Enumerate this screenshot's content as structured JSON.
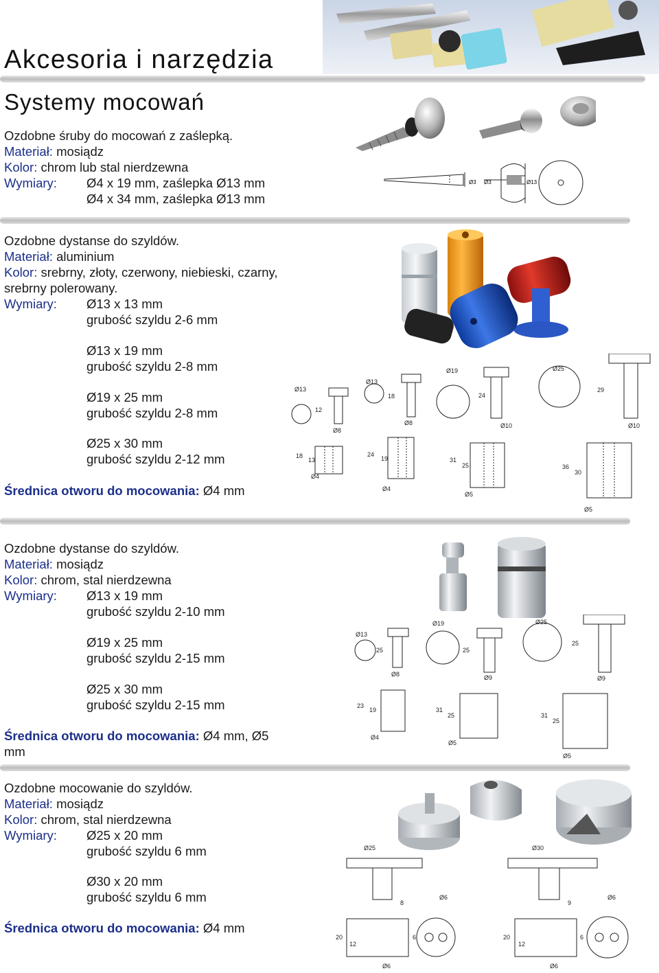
{
  "header": {
    "title": "Akcesoria i narzędzia",
    "subtitle": "Systemy mocowań"
  },
  "sections": [
    {
      "title": "Ozdobne śruby do mocowań z zaślepką.",
      "material_label": "Materiał:",
      "material": "mosiądz",
      "color_label": "Kolor:",
      "color": "chrom lub stal nierdzewna",
      "dims_label": "Wymiary:",
      "dims": [
        "Ø4 x 19 mm, zaślepka Ø13 mm",
        "Ø4 x 34 mm, zaślepka Ø13 mm"
      ],
      "drawing_labels": [
        "Ø3",
        "Ø3",
        "Ø13"
      ]
    },
    {
      "title": "Ozdobne dystanse do szyldów.",
      "material_label": "Materiał:",
      "material": "aluminium",
      "color_label": "Kolor:",
      "color_line1": "srebrny, złoty, czerwony, niebieski, czarny,",
      "color_line2": "srebrny polerowany.",
      "dims_label": "Wymiary:",
      "dims": [
        "Ø13 x 13 mm",
        "grubość szyldu 2-6 mm",
        "Ø13 x 19 mm",
        "grubość szyldu 2-8 mm",
        "Ø19 x 25 mm",
        "grubość szyldu 2-8 mm",
        "Ø25 x 30 mm",
        "grubość szyldu 2-12 mm"
      ],
      "hole_label": "Średnica otworu do mocowania:",
      "hole": "Ø4 mm",
      "drawing_labels": [
        "Ø13",
        "12",
        "Ø8",
        "18",
        "13",
        "Ø4",
        "Ø13",
        "18",
        "Ø8",
        "24",
        "19",
        "Ø4",
        "Ø19",
        "24",
        "Ø10",
        "31",
        "25",
        "Ø5",
        "Ø25",
        "29",
        "Ø10",
        "36",
        "30",
        "Ø5"
      ]
    },
    {
      "title": "Ozdobne dystanse do szyldów.",
      "material_label": "Materiał:",
      "material": "mosiądz",
      "color_label": "Kolor:",
      "color": "chrom, stal nierdzewna",
      "dims_label": "Wymiary:",
      "dims": [
        "Ø13 x 19 mm",
        "grubość szyldu 2-10 mm",
        "Ø19 x 25 mm",
        "grubość szyldu 2-15 mm",
        "Ø25 x 30 mm",
        "grubość szyldu 2-15 mm"
      ],
      "hole_label": "Średnica otworu do mocowania:",
      "hole": "Ø4 mm, Ø5",
      "hole_line2": "mm",
      "drawing_labels": [
        "Ø13",
        "25",
        "Ø8",
        "23",
        "19",
        "Ø4",
        "Ø19",
        "25",
        "Ø9",
        "31",
        "25",
        "Ø5",
        "Ø25",
        "25",
        "Ø9",
        "31",
        "25",
        "Ø5"
      ]
    },
    {
      "title": "Ozdobne mocowanie do szyldów.",
      "material_label": "Materiał:",
      "material": "mosiądz",
      "color_label": "Kolor:",
      "color": "chrom, stal nierdzewna",
      "dims_label": "Wymiary:",
      "dims": [
        "Ø25 x 20 mm",
        "grubość szyldu 6 mm",
        "Ø30 x 20 mm",
        "grubość szyldu 6 mm"
      ],
      "hole_label": "Średnica otworu do mocowania:",
      "hole": "Ø4 mm",
      "drawing_labels": [
        "Ø25",
        "8",
        "Ø6",
        "20",
        "12",
        "6",
        "Ø6",
        "Ø30",
        "9",
        "Ø6",
        "20",
        "12",
        "6",
        "Ø6"
      ]
    }
  ],
  "colors": {
    "label_blue": "#1b2f8a",
    "text": "#1a1a1a",
    "divider": "#c4c4c4"
  }
}
